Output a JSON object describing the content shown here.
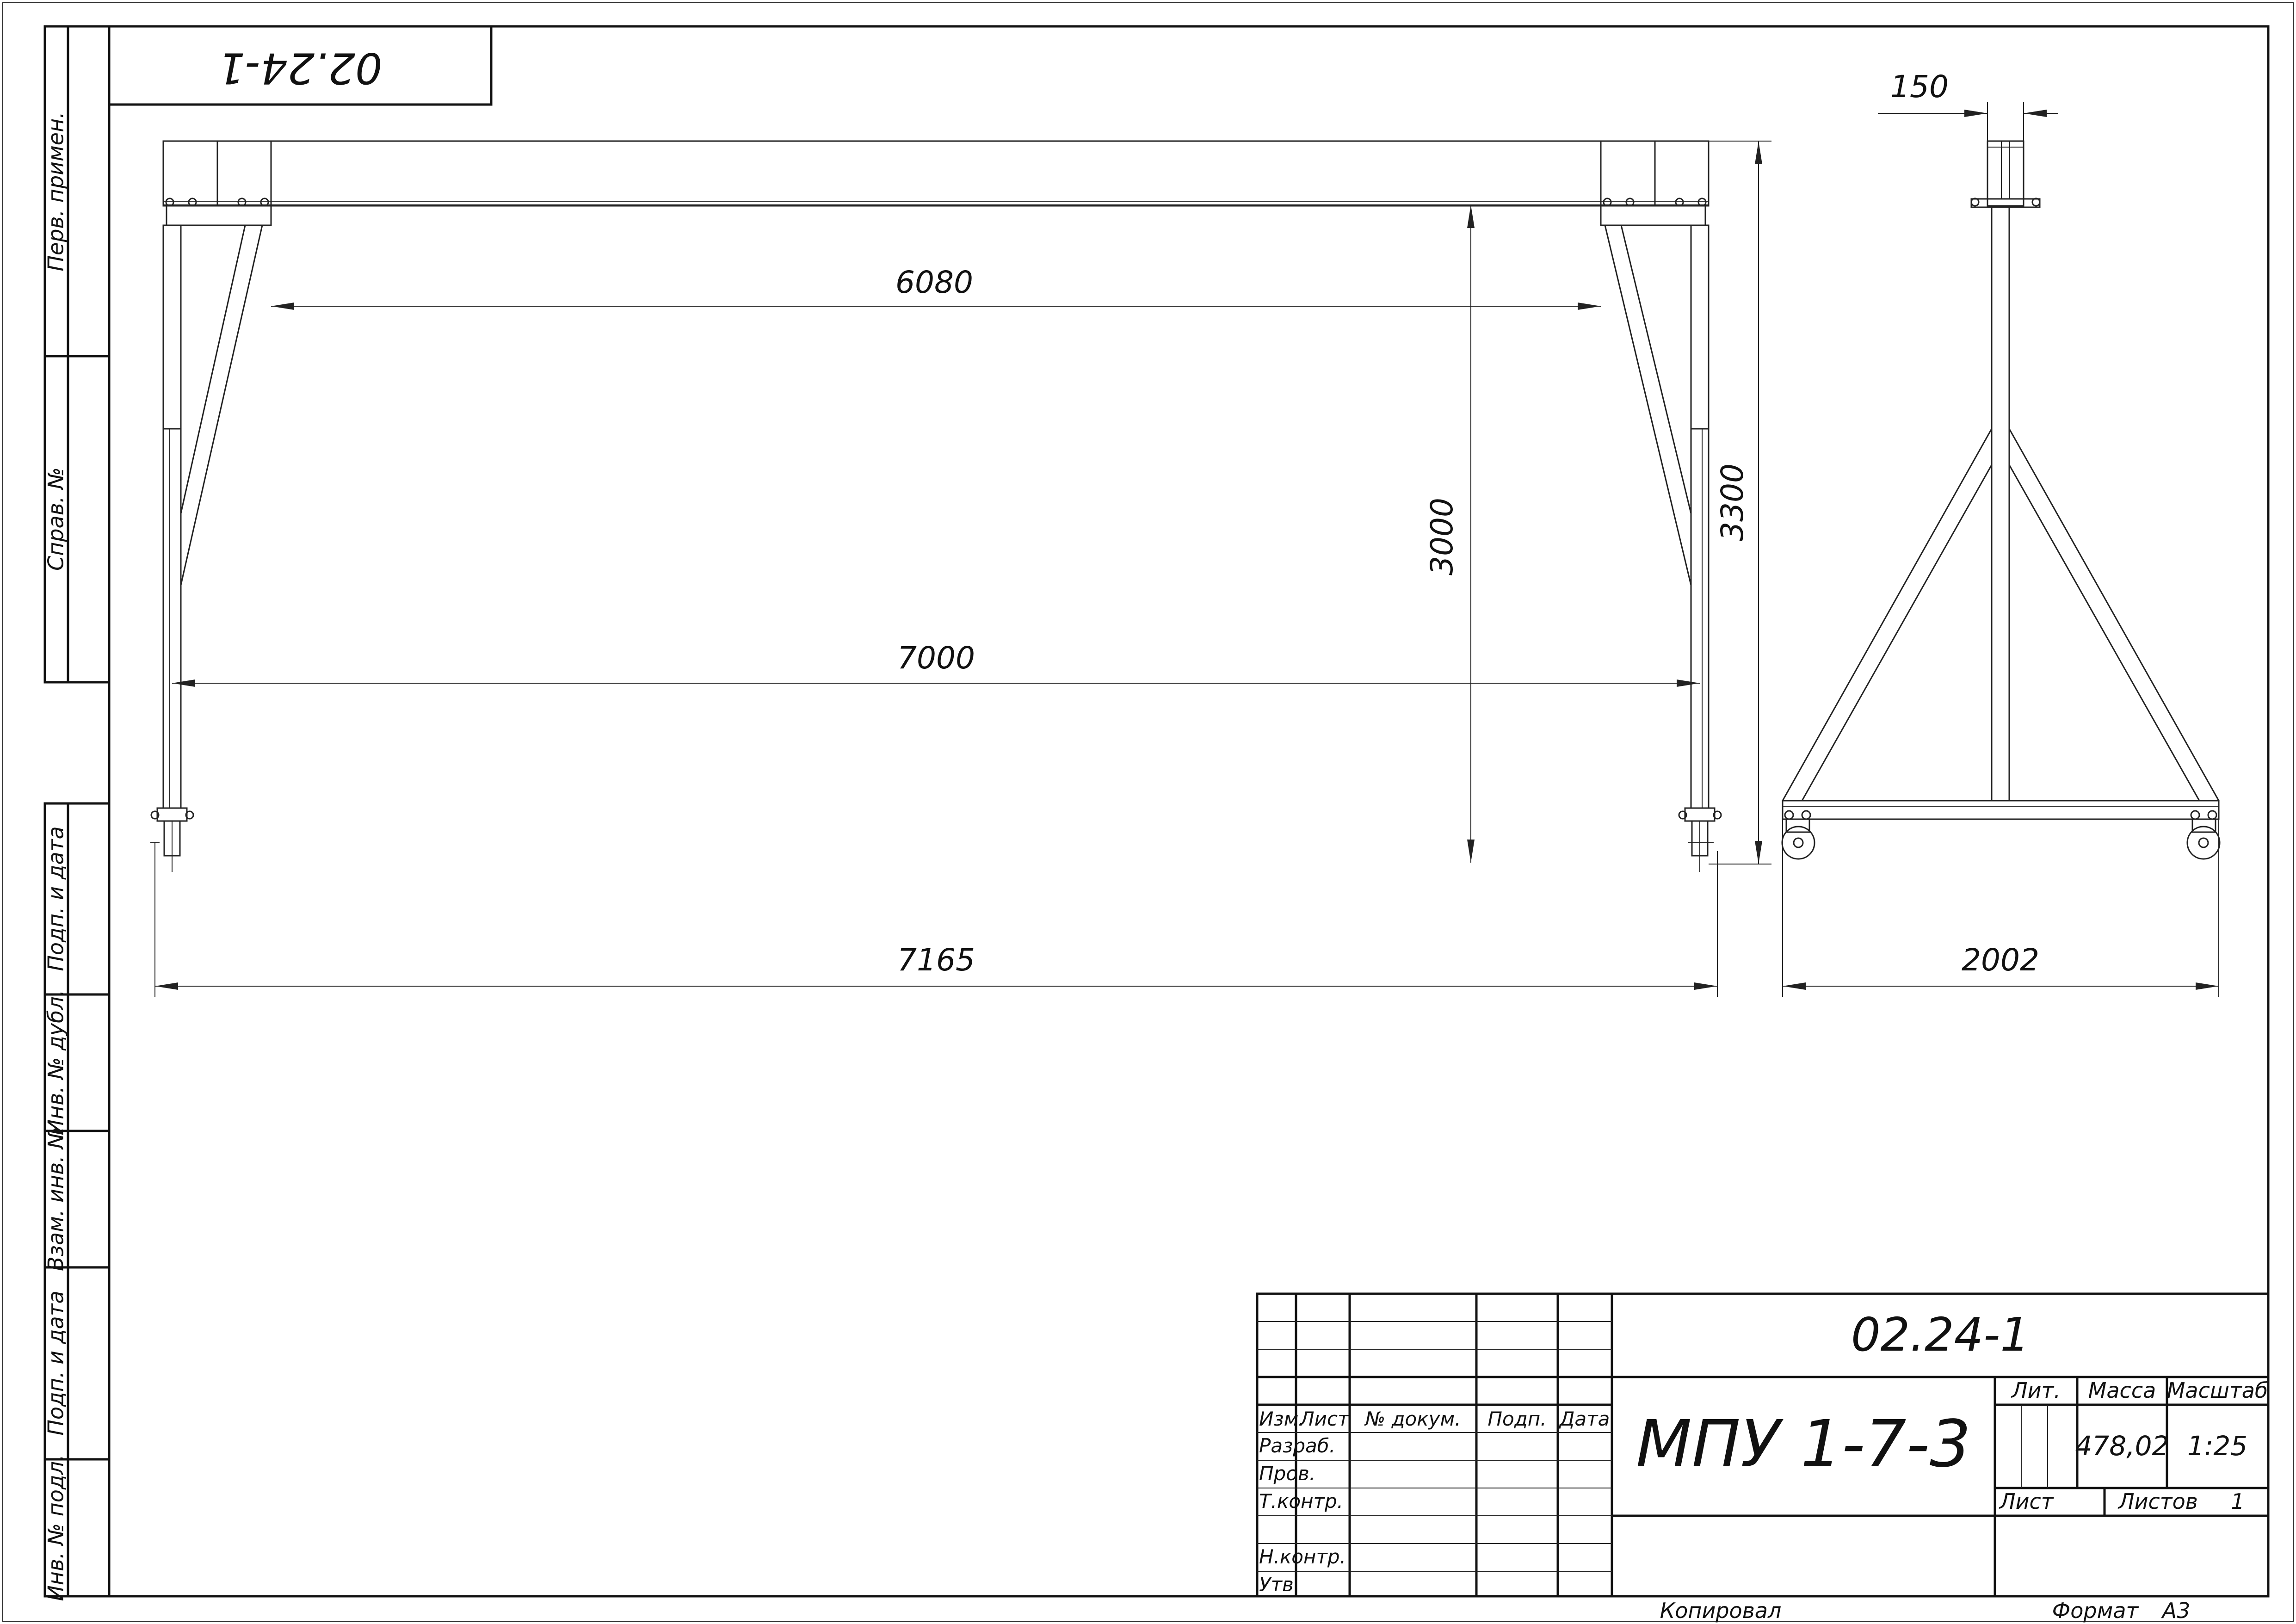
{
  "stamp": {
    "code_rotated": "02.24-1"
  },
  "side_stamps": [
    {
      "label": "Перв. примен."
    },
    {
      "label": "Справ. №"
    },
    {
      "label": "Подп. и дата"
    },
    {
      "label": "Инв. № дубл."
    },
    {
      "label": "Взам. инв. №"
    },
    {
      "label": "Подп. и дата"
    },
    {
      "label": "Инв. № подл."
    }
  ],
  "dimensions": {
    "beam_inner": "6080",
    "height_clear": "3000",
    "height_total": "3300",
    "span": "7000",
    "overall": "7165",
    "beam_width": "150",
    "base_width": "2002"
  },
  "title_block": {
    "document_code": "02.24-1",
    "product_name": "МПУ 1-7-3",
    "headers": {
      "izm": "Изм.",
      "list": "Лист",
      "doc_no": "№ докум.",
      "sign": "Подп.",
      "date": "Дата"
    },
    "roles": [
      "Разраб.",
      "Пров.",
      "Т.контр.",
      "",
      "Н.контр.",
      "Утв."
    ],
    "lit_label": "Лит.",
    "mass_label": "Масса",
    "scale_label": "Масштаб",
    "mass_value": "478,02",
    "scale_value": "1:25",
    "sheet_label": "Лист",
    "sheets_label": "Листов",
    "sheets_value": "1",
    "copied_label": "Копировал",
    "format_label": "Формат",
    "format_value": "А3"
  }
}
